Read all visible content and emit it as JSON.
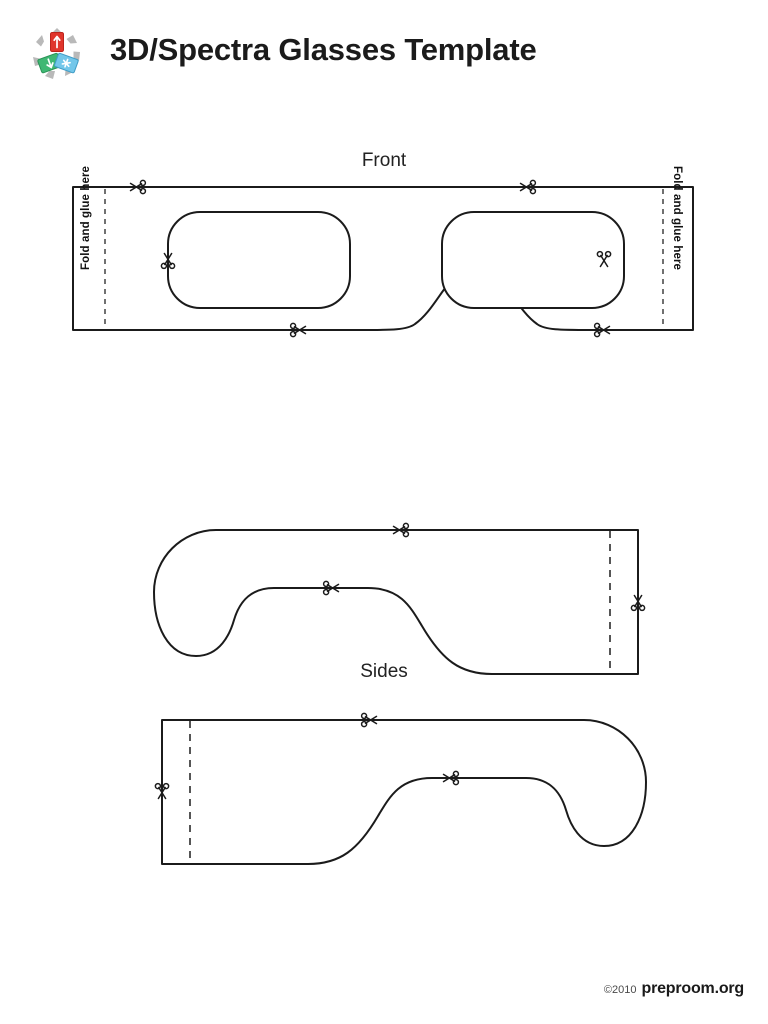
{
  "header": {
    "title": "3D/Spectra Glasses Template",
    "logo_name": "preproom-recycle-logo",
    "logo_colors": {
      "red": "#e23b33",
      "green": "#3fb872",
      "blue": "#66c4e8",
      "gray": "#b5b5b5"
    }
  },
  "sections": {
    "front": {
      "label": "Front"
    },
    "sides": {
      "label": "Sides"
    }
  },
  "front": {
    "fold_left_label": "Fold and glue here",
    "fold_right_label": "Fold and glue here",
    "scissors_icon": "scissors-icon",
    "fold_line_style": "dashed",
    "cut_line_style": "solid"
  },
  "sides": {
    "scissors_icon": "scissors-icon",
    "fold_line_style": "dashed",
    "cut_line_style": "solid"
  },
  "footer": {
    "copyright": "©2010",
    "brand": "preproom.org"
  },
  "colors": {
    "ink": "#1a1a1a",
    "line": "#1b1b1b",
    "fold": "#555555",
    "page_background": "#ffffff"
  }
}
